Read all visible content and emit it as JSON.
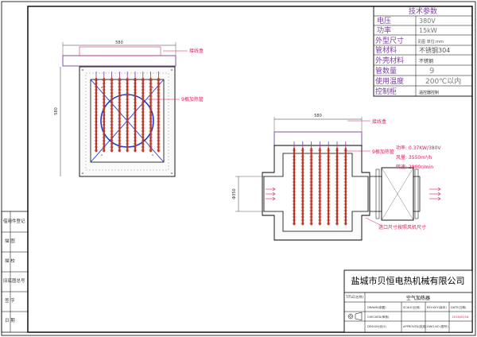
{
  "spec_table": {
    "title": "技术参数",
    "rows": [
      {
        "label": "电压",
        "value": "380V"
      },
      {
        "label": "功率",
        "value": "15kW"
      },
      {
        "label": "外型尺寸",
        "value": "见图  单位:mm"
      },
      {
        "label": "管材料",
        "value": "不锈钢304"
      },
      {
        "label": "外壳材料",
        "value": "不锈钢"
      },
      {
        "label": "管数量",
        "value": "9"
      },
      {
        "label": "使用温度",
        "value": "200℃以内"
      },
      {
        "label": "控制柜",
        "value": "温控器控制"
      }
    ]
  },
  "left_view": {
    "dim_width": "580",
    "dim_height": "580",
    "label_box": "接线盒",
    "label_tube": "9根加热管"
  },
  "right_view": {
    "dim_width": "580",
    "dim_duct": "Φ350",
    "label_box": "接线盒",
    "label_tube": "9根加热管",
    "spec_lines": [
      "功率: 0.37KW/380V",
      "风量: 3550m³/h",
      "转速: 2800r/min"
    ],
    "inlet_note": "进口尺寸按照风机尺寸"
  },
  "side_block": {
    "rows": [
      "借用件登记",
      "描  图",
      "描  校",
      "旧底图总号",
      "签  字",
      "日  期"
    ]
  },
  "title_block": {
    "company": "盐城市贝恒电热机械有限公司",
    "drawing_name": "空气加热器",
    "title_label": "TITLE(名称)",
    "drawn": "DRAWN(制图)",
    "checked": "CHECKED(审核)",
    "design": "DESIGN(设计)",
    "approved": "APPROVED(批准)",
    "scale": "SCALE(比例)",
    "rev": "REV.KEY(版本)",
    "date_label": "DATE(日期)",
    "drawing_no": "DWG.NO.(图号)",
    "date": "2016/05/18"
  },
  "colors": {
    "tube": "#c0392b",
    "frame_purple": "#7a3fa0",
    "annot": "#e01b5a",
    "circle": "#1a3fd6"
  }
}
